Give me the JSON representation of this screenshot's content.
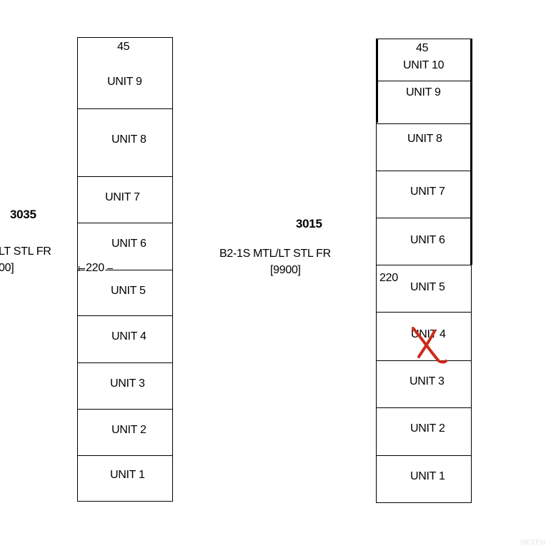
{
  "left_building": {
    "number": "3035",
    "desc_line1": "LT STL FR",
    "desc_line2": "00]",
    "top_label": "45",
    "side_label": "220",
    "units": [
      "UNIT 9",
      "UNIT 8",
      "UNIT 7",
      "UNIT 6",
      "UNIT 5",
      "UNIT 4",
      "UNIT 3",
      "UNIT 2",
      "UNIT 1"
    ]
  },
  "right_building": {
    "number": "3015",
    "desc_line1": "B2-1S MTL/LT STL FR",
    "desc_line2": "[9900]",
    "top_label": "45",
    "side_label": "220",
    "units": [
      "UNIT 10",
      "UNIT 9",
      "UNIT 8",
      "UNIT 7",
      "UNIT 6",
      "UNIT 5",
      "UNIT 4",
      "UNIT 3",
      "UNIT 2",
      "UNIT 1"
    ]
  },
  "annotations": {
    "cross_mark": "X",
    "cross_color": "#cc2a1a"
  },
  "watermark": "NEXEN"
}
